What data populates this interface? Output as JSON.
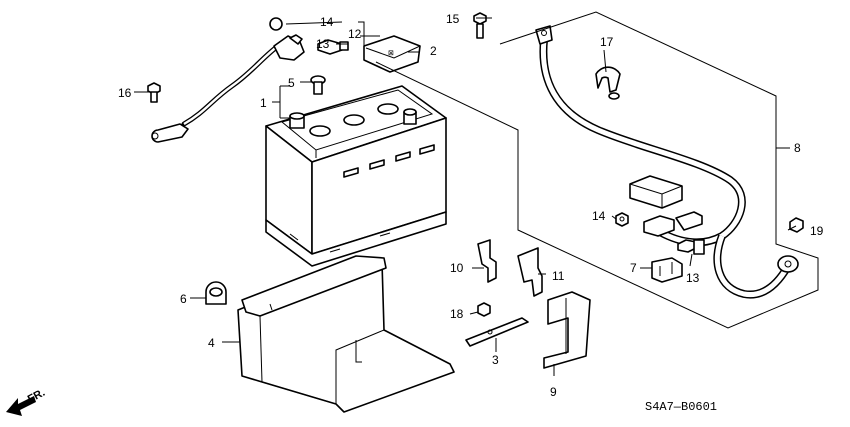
{
  "diagram_code": "S4A7—B0601",
  "direction_label": "FR.",
  "callouts": {
    "c1": "1",
    "c2": "2",
    "c3": "3",
    "c4": "4",
    "c5": "5",
    "c6": "6",
    "c7": "7",
    "c8": "8",
    "c9": "9",
    "c10": "10",
    "c11": "11",
    "c12": "12",
    "c13a": "13",
    "c13b": "13",
    "c14a": "14",
    "c14b": "14",
    "c15": "15",
    "c16": "16",
    "c17": "17",
    "c18": "18",
    "c19": "19"
  },
  "icons": [
    "battery",
    "battery-tray",
    "ground-cable",
    "positive-cable-harness",
    "terminal-cover",
    "bracket",
    "bolt",
    "nut",
    "clamp",
    "direction-arrow"
  ]
}
